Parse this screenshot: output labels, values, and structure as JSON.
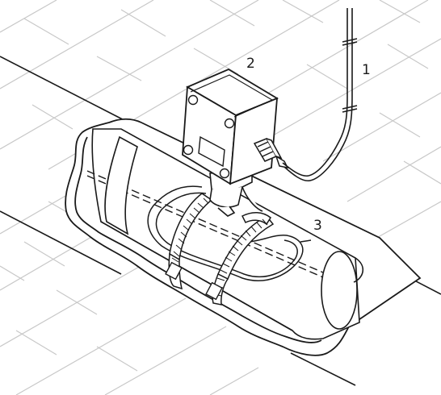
{
  "callouts": {
    "cable": "1",
    "junction_box": "2",
    "heating_cable": "3"
  },
  "colors": {
    "line": "#1a1a1a",
    "wall_line": "#c8c8c8",
    "fill": "#ffffff"
  }
}
